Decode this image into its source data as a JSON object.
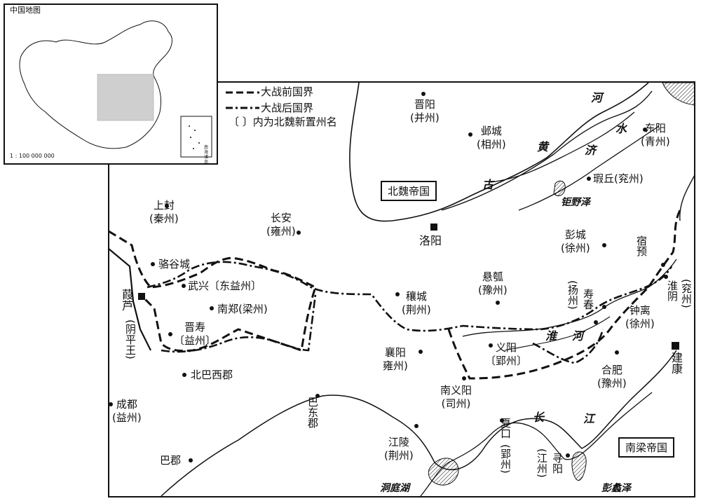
{
  "inset": {
    "title": "中国地图",
    "scale": "1 : 100 000 000",
    "south_sea_label": "南海诸岛"
  },
  "legend": {
    "prewar_border": "大战前国界",
    "postwar_border": "大战后国界",
    "bracket_note": "〔 〕内为北魏新置州名"
  },
  "empires": {
    "north": "北魏帝国",
    "south": "南梁帝国"
  },
  "capitals": {
    "luoyang": "洛阳",
    "jiankang": "建康",
    "jialu": "葭芦"
  },
  "cities": [
    {
      "id": "jinyang",
      "name": "晋阳",
      "sub": "(并州)"
    },
    {
      "id": "yecheng",
      "name": "邺城",
      "sub": "(相州)"
    },
    {
      "id": "dongyang",
      "name": "东阳",
      "sub": "(青州)"
    },
    {
      "id": "xiaqiu",
      "name": "瑕丘(兖州)",
      "sub": ""
    },
    {
      "id": "shangfeng",
      "name": "上封",
      "sub": "(秦州)"
    },
    {
      "id": "changan",
      "name": "长安",
      "sub": "(雍州)"
    },
    {
      "id": "pengcheng",
      "name": "彭城",
      "sub": "(徐州)"
    },
    {
      "id": "luogucheng",
      "name": "骆谷城",
      "sub": ""
    },
    {
      "id": "wuxing",
      "name": "武兴〔东益州〕",
      "sub": ""
    },
    {
      "id": "nanzheng",
      "name": "南郑(梁州)",
      "sub": ""
    },
    {
      "id": "xuanhu",
      "name": "悬瓠",
      "sub": "(豫州)"
    },
    {
      "id": "rangcheng",
      "name": "穰城",
      "sub": "(荆州)"
    },
    {
      "id": "jinshou",
      "name": "晋寿",
      "sub": "〔益州〕"
    },
    {
      "id": "yiyang",
      "name": "义阳",
      "sub": "〔郢州〕"
    },
    {
      "id": "zhongli",
      "name": "钟离",
      "sub": "(徐州)"
    },
    {
      "id": "xiangyang",
      "name": "襄阳",
      "sub": "雍州)"
    },
    {
      "id": "hefei",
      "name": "合肥",
      "sub": "(豫州)"
    },
    {
      "id": "beibaxi",
      "name": "北巴西郡",
      "sub": ""
    },
    {
      "id": "nanyiyang",
      "name": "南义阳",
      "sub": "(司州)"
    },
    {
      "id": "chengdu",
      "name": "成都",
      "sub": "(益州)"
    },
    {
      "id": "jiangling",
      "name": "江陵",
      "sub": "(荆州)"
    },
    {
      "id": "bajun",
      "name": "巴郡",
      "sub": ""
    }
  ],
  "vertical_labels": {
    "suyu": "宿预",
    "shouchun": "寿春",
    "yangzhou": "(扬州)",
    "huaiyin": "淮阴",
    "yanzhou": "(兖州)",
    "jialu_note": "(阴平王)",
    "badong": "巴东郡",
    "xiakou": "夏口",
    "yingzhou": "(郢州)",
    "jiangzhou": "(江州)",
    "xunyang": "寻阳"
  },
  "rivers": {
    "he": "河",
    "huang": "黄",
    "gu": "古",
    "ji": "济",
    "shui": "水",
    "huai": "淮",
    "huai_he": "河",
    "chang": "长",
    "jiang": "江"
  },
  "lakes": {
    "juye": "钜野泽",
    "dongting": "洞庭湖",
    "pengli": "彭蠡泽"
  }
}
